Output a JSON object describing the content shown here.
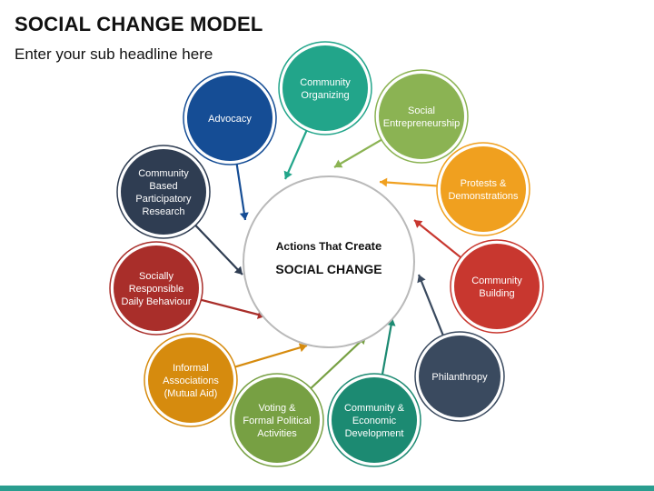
{
  "header": {
    "title": "SOCIAL CHANGE MODEL",
    "subtitle": "Enter your sub headline here"
  },
  "center": {
    "line1_prefix": "Actions That ",
    "line1_emphasis": "Create",
    "line2": "SOCIAL CHANGE"
  },
  "nodes": [
    {
      "id": "community-organizing",
      "lines": [
        "Community",
        "Organizing"
      ],
      "color": "#22a58a"
    },
    {
      "id": "social-entrepreneurship",
      "lines": [
        "Social",
        "Entrepreneurship"
      ],
      "color": "#8bb353"
    },
    {
      "id": "protests-demonstrations",
      "lines": [
        "Protests &",
        "Demonstrations"
      ],
      "color": "#f0a01f"
    },
    {
      "id": "community-building",
      "lines": [
        "Community",
        "Building"
      ],
      "color": "#c8372f"
    },
    {
      "id": "philanthropy",
      "lines": [
        "Philanthropy"
      ],
      "color": "#3a4a5f"
    },
    {
      "id": "community-economic-development",
      "lines": [
        "Community &",
        "Economic",
        "Development"
      ],
      "color": "#1c8a72"
    },
    {
      "id": "voting-formal-political-activities",
      "lines": [
        "Voting &",
        "Formal Political",
        "Activities"
      ],
      "color": "#77a043"
    },
    {
      "id": "informal-associations",
      "lines": [
        "Informal",
        "Associations",
        "(Mutual Aid)"
      ],
      "color": "#d68b0e"
    },
    {
      "id": "socially-responsible-daily-behaviour",
      "lines": [
        "Socially",
        "Responsible",
        "Daily Behaviour"
      ],
      "color": "#a92e2a"
    },
    {
      "id": "community-based-participatory-research",
      "lines": [
        "Community",
        "Based",
        "Participatory",
        "Research"
      ],
      "color": "#2f3d52"
    },
    {
      "id": "advocacy",
      "lines": [
        "Advocacy"
      ],
      "color": "#154d95"
    }
  ]
}
